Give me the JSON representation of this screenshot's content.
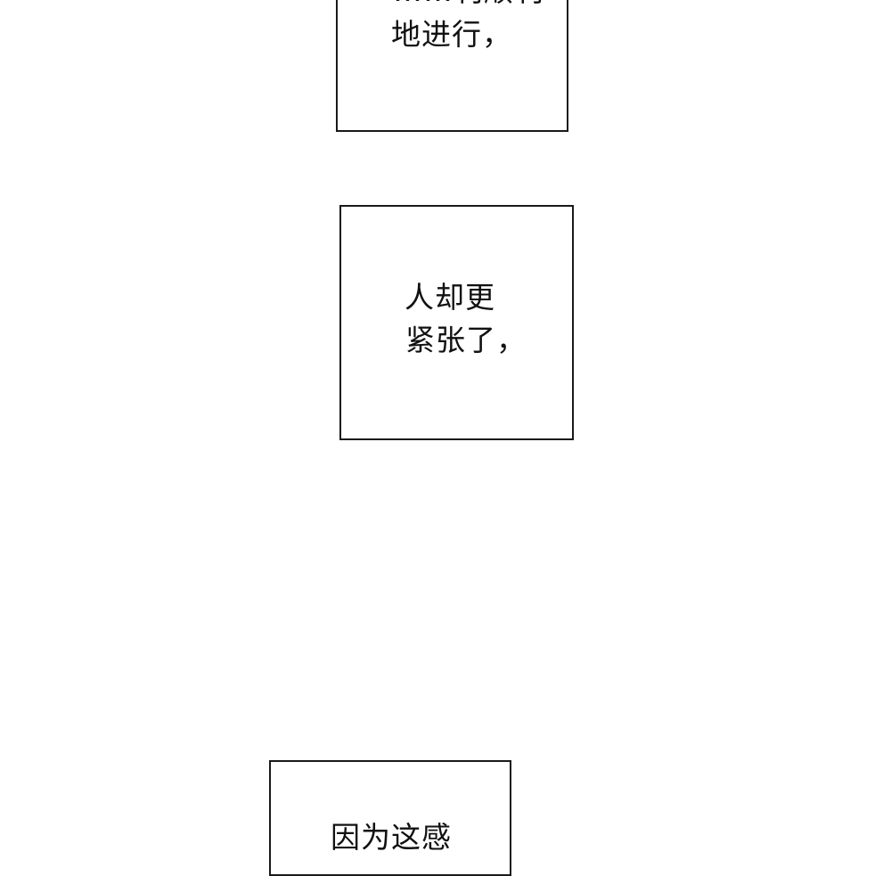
{
  "panels": [
    {
      "lines": [
        "……利顺利",
        "地进行，"
      ]
    },
    {
      "lines": [
        "人却更",
        "紧张了，"
      ]
    },
    {
      "lines": [
        "因为这感"
      ]
    }
  ]
}
